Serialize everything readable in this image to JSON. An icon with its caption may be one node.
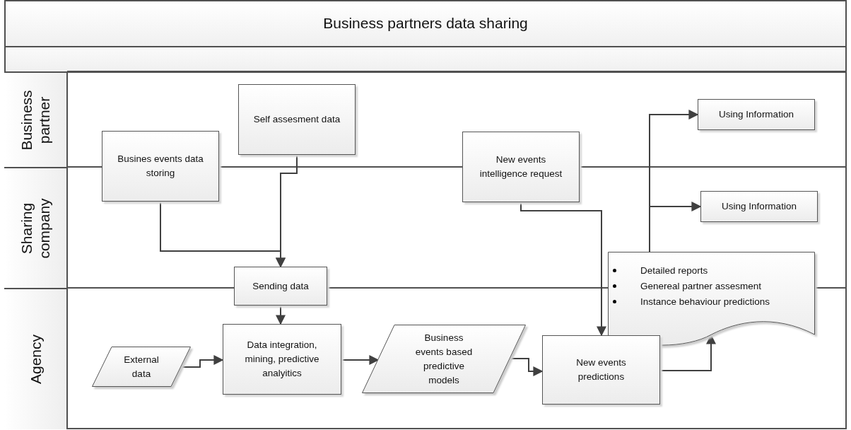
{
  "diagram": {
    "title": "Business partners data sharing",
    "nodes": [
      {
        "text": [
          "Business partner"
        ]
      },
      {
        "text": [
          "Sharing company"
        ]
      },
      {
        "text": [
          "Agency"
        ]
      },
      {
        "text": [
          "Busines events data storing"
        ]
      },
      {
        "text": [
          "Self assesment data"
        ]
      },
      {
        "text": [
          "New events intelligence request"
        ]
      },
      {
        "text": [
          "Using Information"
        ]
      },
      {
        "text": [
          "Using Information"
        ]
      },
      {
        "text": [
          "Detailed reports",
          "Genereal partner assesment",
          "Instance behaviour predictions"
        ]
      },
      {
        "text": [
          "Sending data"
        ]
      },
      {
        "text": [
          "External data"
        ]
      },
      {
        "text": [
          "Data integration, mining, predictive analyitics"
        ]
      },
      {
        "text": [
          "Business events based predictive models"
        ]
      },
      {
        "text": [
          "New events predictions"
        ]
      }
    ],
    "edges": [
      {
        "from": 3,
        "to": 9,
        "arrow": "to"
      },
      {
        "from": 4,
        "to": 9,
        "arrow": "to"
      },
      {
        "from": 9,
        "to": 11,
        "arrow": "to"
      },
      {
        "from": 10,
        "to": 11,
        "arrow": "to"
      },
      {
        "from": 11,
        "to": 12,
        "arrow": "to"
      },
      {
        "from": 12,
        "to": 13,
        "arrow": "to"
      },
      {
        "from": 5,
        "to": 13,
        "arrow": "to"
      },
      {
        "from": 13,
        "to": 8,
        "arrow": "to"
      },
      {
        "from": 8,
        "to": 6,
        "arrow": "to"
      },
      {
        "from": 8,
        "to": 7,
        "arrow": "to"
      }
    ]
  }
}
